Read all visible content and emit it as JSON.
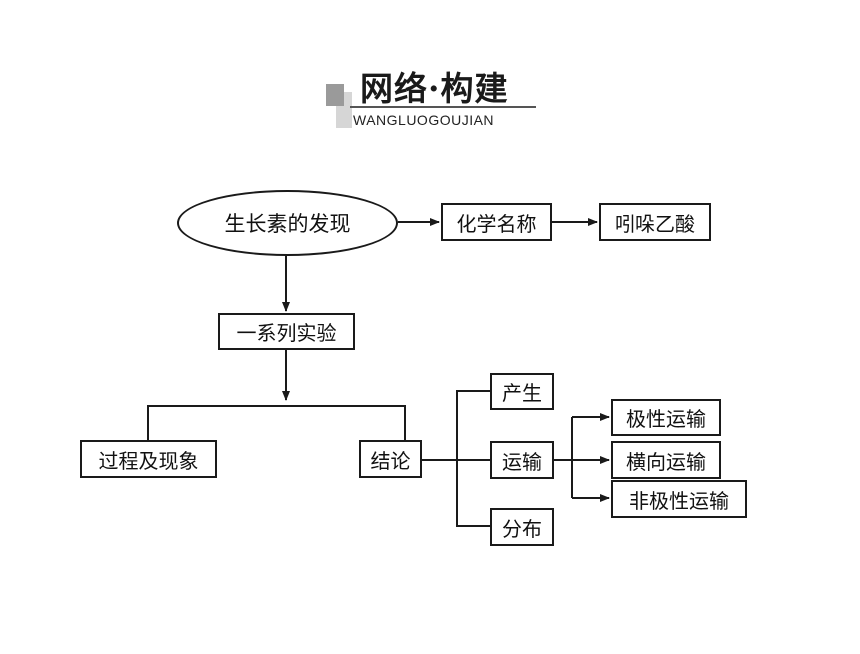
{
  "header": {
    "title": "网络·构建",
    "subtitle": "WANGLUOGOUJIAN"
  },
  "diagram": {
    "root": "生长素的发现",
    "chemical_name_label": "化学名称",
    "chemical_name_value": "吲哚乙酸",
    "experiments": "一系列实验",
    "process": "过程及现象",
    "conclusion": "结论",
    "produce": "产生",
    "transport": "运输",
    "distribute": "分布",
    "polar_transport": "极性运输",
    "lateral_transport": "横向运输",
    "nonpolar_transport": "非极性运输"
  },
  "colors": {
    "line": "#1a1a1a",
    "header_block_dark": "#9a9a9a",
    "header_block_light": "#d6d6d6"
  }
}
